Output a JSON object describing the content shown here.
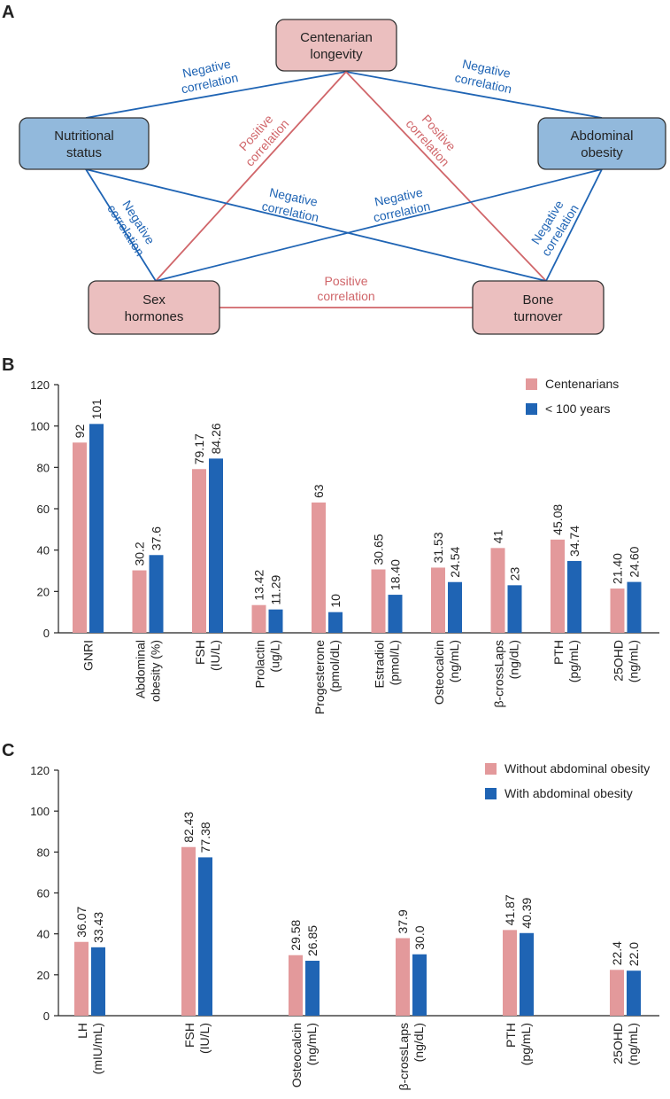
{
  "colors": {
    "pink": "#e3999b",
    "blue": "#1f64b4",
    "node_pink_fill": "#ebbfbf",
    "node_blue_fill": "#92b9dc",
    "neg_line": "#1f64b4",
    "pos_line": "#d0666a"
  },
  "panel_a": {
    "letter": "A",
    "nodes": {
      "longevity": [
        "Centenarian",
        "longevity"
      ],
      "nutrition": [
        "Nutritional",
        "status"
      ],
      "obesity": [
        "Abdominal",
        "obesity"
      ],
      "sex": [
        "Sex",
        "hormones"
      ],
      "bone": [
        "Bone",
        "turnover"
      ]
    },
    "edges": [
      {
        "id": "longevity-nutrition",
        "from": "longevity",
        "to": "nutrition",
        "type": "negative",
        "label": [
          "Negative",
          "correlation"
        ]
      },
      {
        "id": "longevity-obesity",
        "from": "longevity",
        "to": "obesity",
        "type": "negative",
        "label": [
          "Negative",
          "correlation"
        ]
      },
      {
        "id": "longevity-sex",
        "from": "longevity",
        "to": "sex",
        "type": "positive",
        "label": [
          "Positive",
          "correlation"
        ]
      },
      {
        "id": "longevity-bone",
        "from": "longevity",
        "to": "bone",
        "type": "positive",
        "label": [
          "Positive",
          "correlation"
        ]
      },
      {
        "id": "nutrition-sex",
        "from": "nutrition",
        "to": "sex",
        "type": "negative",
        "label": [
          "Negative",
          "correlation"
        ]
      },
      {
        "id": "nutrition-bone",
        "from": "nutrition",
        "to": "bone",
        "type": "negative",
        "label": [
          "Negative",
          "correlation"
        ]
      },
      {
        "id": "obesity-sex",
        "from": "obesity",
        "to": "sex",
        "type": "negative",
        "label": [
          "Negative",
          "correlation"
        ]
      },
      {
        "id": "obesity-bone",
        "from": "obesity",
        "to": "bone",
        "type": "negative",
        "label": [
          "Negative",
          "correlation"
        ]
      },
      {
        "id": "sex-bone",
        "from": "sex",
        "to": "bone",
        "type": "positive",
        "label": [
          "Positive",
          "correlation"
        ]
      }
    ]
  },
  "chart_data": [
    {
      "panel": "B",
      "type": "bar",
      "ylim": [
        0,
        120
      ],
      "yticks": [
        0,
        20,
        40,
        60,
        80,
        100,
        120
      ],
      "legend_position": "top-right",
      "categories": [
        [
          "GNRI"
        ],
        [
          "Abdominal",
          "obesity (%)"
        ],
        [
          "FSH",
          "(IU/L)"
        ],
        [
          "Prolactin",
          "(ug/L)"
        ],
        [
          "Progesterone",
          "(pmol/dL)"
        ],
        [
          "Estradiol",
          "(pmol/L)"
        ],
        [
          "Osteocalcin",
          "(ng/mL)"
        ],
        [
          "β-crossLaps",
          "(ng/dL)"
        ],
        [
          "PTH",
          "(pg/mL)"
        ],
        [
          "25OHD",
          "(ng/mL)"
        ]
      ],
      "series": [
        {
          "name": "Centenarians",
          "color": "#e3999b",
          "values": [
            92,
            30.2,
            79.17,
            13.42,
            63,
            30.65,
            31.53,
            41,
            45.08,
            21.4
          ],
          "labels": [
            "92",
            "30.2",
            "79.17",
            "13.42",
            "63",
            "30.65",
            "31.53",
            "41",
            "45.08",
            "21.40"
          ]
        },
        {
          "name": "< 100 years",
          "color": "#1f64b4",
          "values": [
            101,
            37.6,
            84.26,
            11.29,
            10,
            18.4,
            24.54,
            23,
            34.74,
            24.6
          ],
          "labels": [
            "101",
            "37.6",
            "84.26",
            "11.29",
            "10",
            "18.40",
            "24.54",
            "23",
            "34.74",
            "24.60"
          ]
        }
      ]
    },
    {
      "panel": "C",
      "type": "bar",
      "ylim": [
        0,
        120
      ],
      "yticks": [
        0,
        20,
        40,
        60,
        80,
        100,
        120
      ],
      "legend_position": "top-right",
      "categories": [
        [
          "LH",
          "(mIU/mL)"
        ],
        [
          "FSH",
          "(IU/L)"
        ],
        [
          "Osteocalcin",
          "(ng/mL)"
        ],
        [
          "β-crossLaps",
          "(ng/dL)"
        ],
        [
          "PTH",
          "(pg/mL)"
        ],
        [
          "25OHD",
          "(ng/mL)"
        ]
      ],
      "series": [
        {
          "name": "Without abdominal obesity",
          "color": "#e3999b",
          "values": [
            36.07,
            82.43,
            29.58,
            37.9,
            41.87,
            22.4
          ],
          "labels": [
            "36.07",
            "82.43",
            "29.58",
            "37.9",
            "41.87",
            "22.4"
          ]
        },
        {
          "name": "With abdominal obesity",
          "color": "#1f64b4",
          "values": [
            33.43,
            77.38,
            26.85,
            30.0,
            40.39,
            22.0
          ],
          "labels": [
            "33.43",
            "77.38",
            "26.85",
            "30.0",
            "40.39",
            "22.0"
          ]
        }
      ]
    }
  ]
}
